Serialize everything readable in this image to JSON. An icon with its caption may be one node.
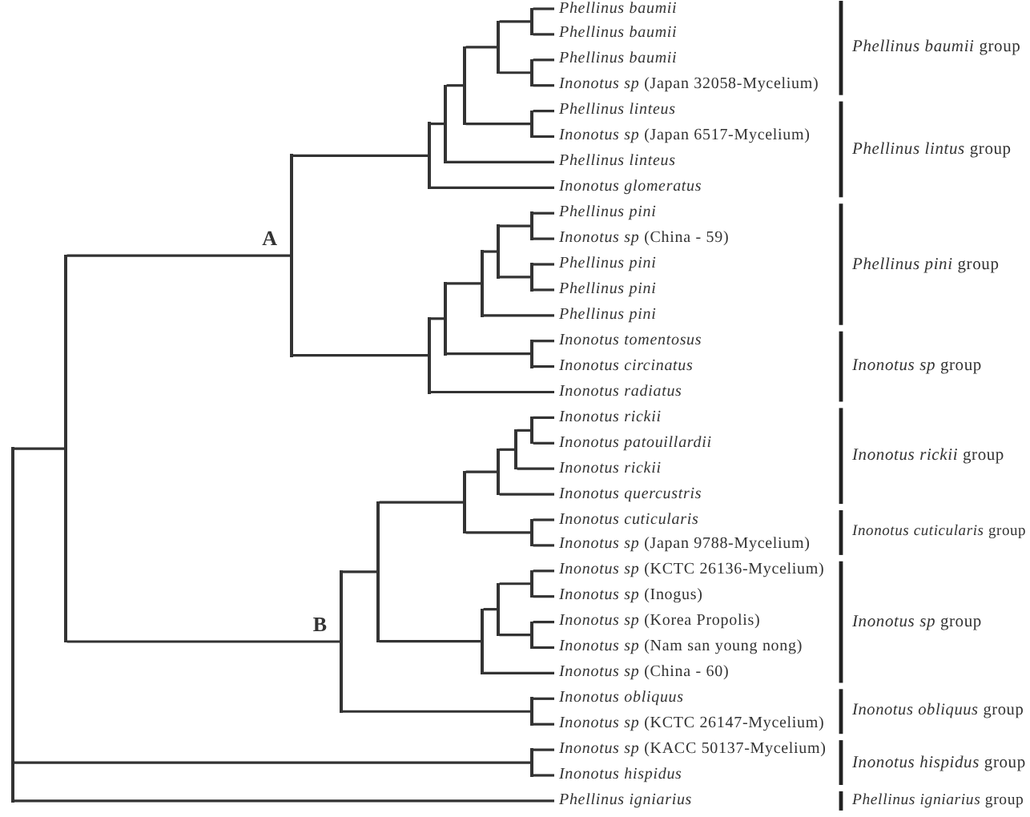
{
  "diagram": {
    "nodes": [
      {
        "text": [
          "Phellinus baumii"
        ]
      },
      {
        "text": [
          "Phellinus baumii"
        ]
      },
      {
        "text": [
          "Phellinus baumii"
        ]
      },
      {
        "text": [
          "*Inonotus sp* (Japan 32058-Mycelium)"
        ]
      },
      {
        "text": [
          "Phellinus linteus"
        ]
      },
      {
        "text": [
          "*Inonotus sp* (Japan 6517-Mycelium)"
        ]
      },
      {
        "text": [
          "Phellinus linteus"
        ]
      },
      {
        "text": [
          "Inonotus glomeratus"
        ]
      },
      {
        "text": [
          "Phellinus pini"
        ]
      },
      {
        "text": [
          "*Inonotus sp* (China - 59)"
        ]
      },
      {
        "text": [
          "Phellinus pini"
        ]
      },
      {
        "text": [
          "Phellinus pini"
        ]
      },
      {
        "text": [
          "Phellinus pini"
        ]
      },
      {
        "text": [
          "Inonotus tomentosus"
        ]
      },
      {
        "text": [
          "Inonotus circinatus"
        ]
      },
      {
        "text": [
          "Inonotus radiatus"
        ]
      },
      {
        "text": [
          "Inonotus rickii"
        ]
      },
      {
        "text": [
          "Inonotus patouillardii"
        ]
      },
      {
        "text": [
          "Inonotus rickii"
        ]
      },
      {
        "text": [
          "Inonotus quercustris"
        ]
      },
      {
        "text": [
          "Inonotus cuticularis"
        ]
      },
      {
        "text": [
          "*Inonotus sp* (Japan 9788-Mycelium)"
        ]
      },
      {
        "text": [
          "*Inonotus sp* (KCTC 26136-Mycelium)"
        ]
      },
      {
        "text": [
          "*Inonotus sp* (Inogus)"
        ]
      },
      {
        "text": [
          "*Inonotus sp* (Korea Propolis)"
        ]
      },
      {
        "text": [
          "*Inonotus sp* (Nam san young nong)"
        ]
      },
      {
        "text": [
          "*Inonotus sp* (China - 60)"
        ]
      },
      {
        "text": [
          "Inonotus obliquus"
        ]
      },
      {
        "text": [
          "*Inonotus sp* (KCTC 26147-Mycelium)"
        ]
      },
      {
        "text": [
          "*Inonotus sp* (KACC 50137-Mycelium)"
        ]
      },
      {
        "text": [
          "Inonotus hispidus"
        ]
      },
      {
        "text": [
          "Phellinus igniarius"
        ]
      },
      {
        "text": [],
        "shape": "point"
      },
      {
        "text": [],
        "shape": "point"
      },
      {
        "text": [],
        "shape": "point",
        "beside": [
          "A"
        ]
      },
      {
        "text": [],
        "shape": "point"
      },
      {
        "text": [],
        "shape": "point"
      },
      {
        "text": [],
        "shape": "point"
      },
      {
        "text": [],
        "shape": "point"
      },
      {
        "text": [],
        "shape": "point"
      },
      {
        "text": [],
        "shape": "point"
      },
      {
        "text": [],
        "shape": "point"
      },
      {
        "text": [],
        "shape": "point"
      },
      {
        "text": [],
        "shape": "point"
      },
      {
        "text": [],
        "shape": "point"
      },
      {
        "text": [],
        "shape": "point"
      },
      {
        "text": [],
        "shape": "point"
      },
      {
        "text": [],
        "shape": "point"
      },
      {
        "text": [],
        "shape": "point"
      },
      {
        "text": [],
        "shape": "point",
        "beside": [
          "B"
        ]
      },
      {
        "text": [],
        "shape": "point"
      },
      {
        "text": [],
        "shape": "point"
      },
      {
        "text": [],
        "shape": "point"
      },
      {
        "text": [],
        "shape": "point"
      },
      {
        "text": [],
        "shape": "point"
      },
      {
        "text": [],
        "shape": "point"
      },
      {
        "text": [],
        "shape": "point"
      },
      {
        "text": [],
        "shape": "point"
      },
      {
        "text": [],
        "shape": "point"
      },
      {
        "text": [],
        "shape": "point"
      },
      {
        "text": [],
        "shape": "point"
      },
      {
        "text": [],
        "shape": "point"
      }
    ],
    "edges": [
      {
        "from": 32,
        "to": 33,
        "arrow": "none"
      },
      {
        "from": 32,
        "to": 61,
        "arrow": "none"
      },
      {
        "from": 32,
        "to": 31,
        "arrow": "none"
      },
      {
        "from": 33,
        "to": 34,
        "arrow": "none"
      },
      {
        "from": 33,
        "to": 49,
        "arrow": "none"
      },
      {
        "from": 34,
        "to": 35,
        "arrow": "none"
      },
      {
        "from": 34,
        "to": 42,
        "arrow": "none"
      },
      {
        "from": 35,
        "to": 36,
        "arrow": "none"
      },
      {
        "from": 35,
        "to": 7,
        "arrow": "none"
      },
      {
        "from": 36,
        "to": 37,
        "arrow": "none"
      },
      {
        "from": 36,
        "to": 6,
        "arrow": "none"
      },
      {
        "from": 37,
        "to": 38,
        "arrow": "none"
      },
      {
        "from": 37,
        "to": 41,
        "arrow": "none"
      },
      {
        "from": 38,
        "to": 39,
        "arrow": "none"
      },
      {
        "from": 38,
        "to": 40,
        "arrow": "none"
      },
      {
        "from": 39,
        "to": 0,
        "arrow": "none"
      },
      {
        "from": 39,
        "to": 1,
        "arrow": "none"
      },
      {
        "from": 40,
        "to": 2,
        "arrow": "none"
      },
      {
        "from": 40,
        "to": 3,
        "arrow": "none"
      },
      {
        "from": 41,
        "to": 4,
        "arrow": "none"
      },
      {
        "from": 41,
        "to": 5,
        "arrow": "none"
      },
      {
        "from": 42,
        "to": 43,
        "arrow": "none"
      },
      {
        "from": 42,
        "to": 15,
        "arrow": "none"
      },
      {
        "from": 43,
        "to": 44,
        "arrow": "none"
      },
      {
        "from": 43,
        "to": 48,
        "arrow": "none"
      },
      {
        "from": 44,
        "to": 45,
        "arrow": "none"
      },
      {
        "from": 44,
        "to": 12,
        "arrow": "none"
      },
      {
        "from": 45,
        "to": 46,
        "arrow": "none"
      },
      {
        "from": 45,
        "to": 47,
        "arrow": "none"
      },
      {
        "from": 46,
        "to": 8,
        "arrow": "none"
      },
      {
        "from": 46,
        "to": 9,
        "arrow": "none"
      },
      {
        "from": 47,
        "to": 10,
        "arrow": "none"
      },
      {
        "from": 47,
        "to": 11,
        "arrow": "none"
      },
      {
        "from": 48,
        "to": 13,
        "arrow": "none"
      },
      {
        "from": 48,
        "to": 14,
        "arrow": "none"
      },
      {
        "from": 49,
        "to": 50,
        "arrow": "none"
      },
      {
        "from": 49,
        "to": 60,
        "arrow": "none"
      },
      {
        "from": 50,
        "to": 51,
        "arrow": "none"
      },
      {
        "from": 50,
        "to": 56,
        "arrow": "none"
      },
      {
        "from": 51,
        "to": 52,
        "arrow": "none"
      },
      {
        "from": 51,
        "to": 55,
        "arrow": "none"
      },
      {
        "from": 52,
        "to": 53,
        "arrow": "none"
      },
      {
        "from": 52,
        "to": 19,
        "arrow": "none"
      },
      {
        "from": 53,
        "to": 54,
        "arrow": "none"
      },
      {
        "from": 53,
        "to": 18,
        "arrow": "none"
      },
      {
        "from": 54,
        "to": 16,
        "arrow": "none"
      },
      {
        "from": 54,
        "to": 17,
        "arrow": "none"
      },
      {
        "from": 55,
        "to": 20,
        "arrow": "none"
      },
      {
        "from": 55,
        "to": 21,
        "arrow": "none"
      },
      {
        "from": 56,
        "to": 57,
        "arrow": "none"
      },
      {
        "from": 56,
        "to": 26,
        "arrow": "none"
      },
      {
        "from": 57,
        "to": 58,
        "arrow": "none"
      },
      {
        "from": 57,
        "to": 59,
        "arrow": "none"
      },
      {
        "from": 58,
        "to": 22,
        "arrow": "none"
      },
      {
        "from": 58,
        "to": 23,
        "arrow": "none"
      },
      {
        "from": 59,
        "to": 24,
        "arrow": "none"
      },
      {
        "from": 59,
        "to": 25,
        "arrow": "none"
      },
      {
        "from": 60,
        "to": 27,
        "arrow": "none"
      },
      {
        "from": 60,
        "to": 28,
        "arrow": "none"
      },
      {
        "from": 61,
        "to": 29,
        "arrow": "none"
      },
      {
        "from": 61,
        "to": 30,
        "arrow": "none"
      }
    ],
    "labels": [
      "*Phellinus baumii* group",
      "*Phellinus lintus* group",
      "*Phellinus pini* group",
      "*Inonotus sp* group",
      "*Inonotus rickii* group",
      "*Inonotus cuticularis* group",
      "*Inonotus sp* group",
      "*Inonotus obliquus* group",
      "*Inonotus hispidus* group",
      "*Phellinus igniarius* group"
    ]
  }
}
